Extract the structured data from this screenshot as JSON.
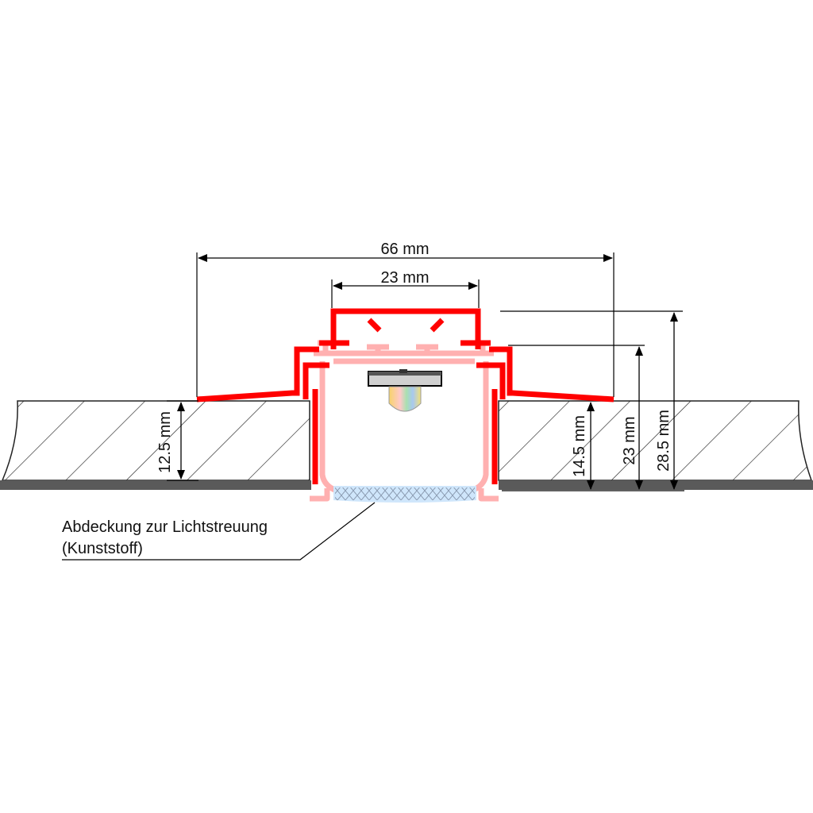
{
  "dimensions": {
    "total_width": "66 mm",
    "channel_width": "23 mm",
    "board_thickness": "12.5 mm",
    "recess_depth": "14.5 mm",
    "profile_height": "23 mm",
    "total_height": "28.5 mm"
  },
  "callout": {
    "line1": "Abdeckung zur Lichtstreuung",
    "line2": "(Kunststoff)"
  },
  "colors": {
    "profile_outer": "#ff0000",
    "profile_inner": "#ffb0b0",
    "diffuser": "#cfe6fb",
    "board_edge": "#5a5a5a",
    "hatch": "#222222"
  }
}
